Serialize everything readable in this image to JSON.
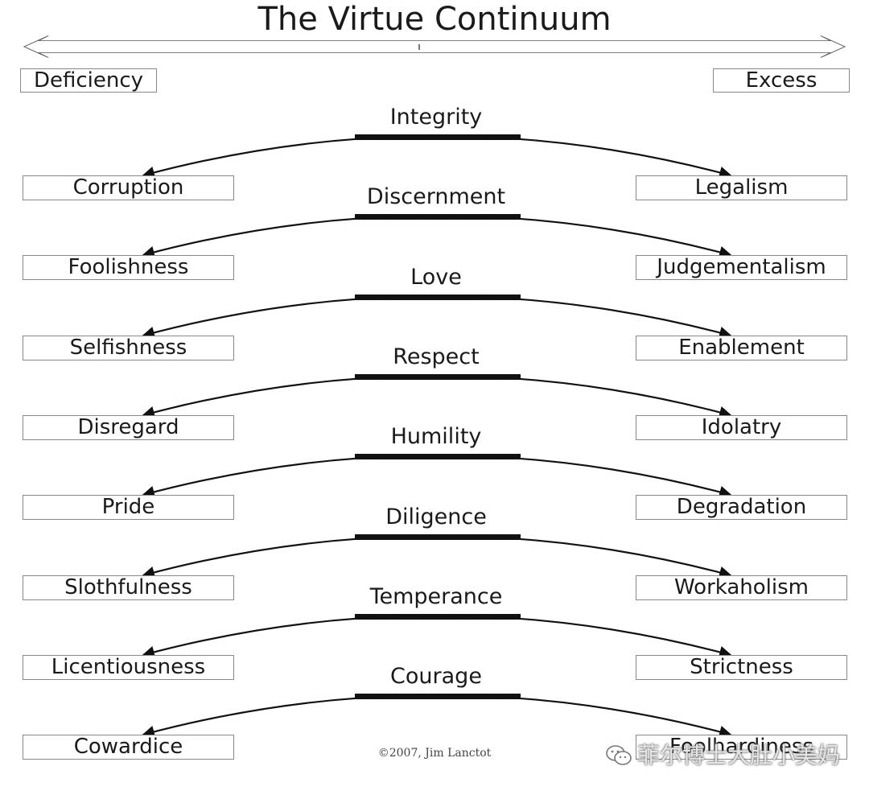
{
  "title": "The Virtue Continuum",
  "ends": {
    "left": "Deficiency",
    "right": "Excess"
  },
  "virtues": [
    {
      "virtue": "Integrity",
      "deficiency": "Corruption",
      "excess": "Legalism"
    },
    {
      "virtue": "Discernment",
      "deficiency": "Foolishness",
      "excess": "Judgementalism"
    },
    {
      "virtue": "Love",
      "deficiency": "Selfishness",
      "excess": "Enablement"
    },
    {
      "virtue": "Respect",
      "deficiency": "Disregard",
      "excess": "Idolatry"
    },
    {
      "virtue": "Humility",
      "deficiency": "Pride",
      "excess": "Degradation"
    },
    {
      "virtue": "Diligence",
      "deficiency": "Slothfulness",
      "excess": "Workaholism"
    },
    {
      "virtue": "Temperance",
      "deficiency": "Licentiousness",
      "excess": "Strictness"
    },
    {
      "virtue": "Courage",
      "deficiency": "Cowardice",
      "excess": "Foolhardiness"
    }
  ],
  "copyright": "©2007, Jim Lanctot",
  "watermark": "菲尔博士大肚小美妈",
  "watermark_icon": "wechat-icon"
}
